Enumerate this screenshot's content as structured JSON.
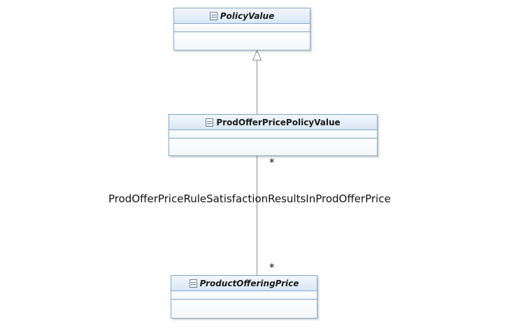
{
  "diagram": {
    "classes": [
      {
        "id": "policy-value",
        "name": "PolicyValue",
        "abstract": true,
        "icon": "class-icon"
      },
      {
        "id": "prod-offer-price-policy-value",
        "name": "ProdOfferPricePolicyValue",
        "abstract": false,
        "icon": "class-icon"
      },
      {
        "id": "product-offering-price",
        "name": "ProductOfferingPrice",
        "abstract": true,
        "icon": "class-icon"
      }
    ],
    "generalization": {
      "from": "ProdOfferPricePolicyValue",
      "to": "PolicyValue"
    },
    "association": {
      "name": "ProdOfferPriceRuleSatisfactionResultsInProdOfferPrice",
      "source_multiplicity": "*",
      "target_multiplicity": "*"
    },
    "colors": {
      "border": "#7ea6cc",
      "header_top": "#f2f7fc",
      "header_bottom": "#d9e7f5",
      "line": "#8c8c8c"
    }
  }
}
